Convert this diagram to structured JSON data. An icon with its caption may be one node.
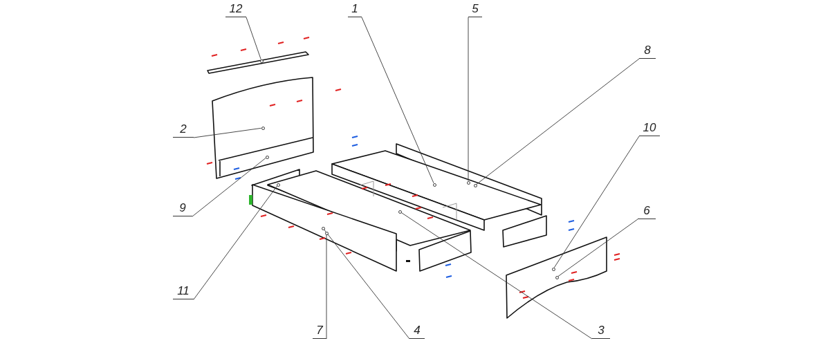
{
  "diagram": {
    "nodes": [
      {
        "text": [
          "12"
        ]
      },
      {
        "text": [
          "1"
        ]
      },
      {
        "text": [
          "5"
        ]
      },
      {
        "text": [
          "8"
        ]
      },
      {
        "text": [
          "2"
        ]
      },
      {
        "text": [
          "10"
        ]
      },
      {
        "text": [
          "9"
        ]
      },
      {
        "text": [
          "6"
        ]
      },
      {
        "text": [
          "11"
        ]
      },
      {
        "text": [
          "7"
        ]
      },
      {
        "text": [
          "4"
        ]
      },
      {
        "text": [
          "3"
        ]
      },
      {
        "text": [],
        "shape": "circle"
      },
      {
        "text": [],
        "shape": "circle"
      },
      {
        "text": [],
        "shape": "circle"
      },
      {
        "text": [],
        "shape": "circle"
      },
      {
        "text": [],
        "shape": "circle"
      },
      {
        "text": [],
        "shape": "circle"
      },
      {
        "text": [],
        "shape": "circle"
      },
      {
        "text": [],
        "shape": "circle"
      },
      {
        "text": [],
        "shape": "circle"
      },
      {
        "text": [],
        "shape": "circle"
      },
      {
        "text": [],
        "shape": "circle"
      },
      {
        "text": [],
        "shape": "circle"
      }
    ],
    "edges": [
      {
        "from": 0,
        "to": 12,
        "arrow": "none"
      },
      {
        "from": 1,
        "to": 13,
        "arrow": "none"
      },
      {
        "from": 2,
        "to": 14,
        "arrow": "none"
      },
      {
        "from": 3,
        "to": 15,
        "arrow": "none"
      },
      {
        "from": 4,
        "to": 16,
        "arrow": "none"
      },
      {
        "from": 5,
        "to": 17,
        "arrow": "none"
      },
      {
        "from": 6,
        "to": 18,
        "arrow": "none"
      },
      {
        "from": 7,
        "to": 19,
        "arrow": "none"
      },
      {
        "from": 8,
        "to": 20,
        "arrow": "none"
      },
      {
        "from": 9,
        "to": 21,
        "arrow": "none"
      },
      {
        "from": 10,
        "to": 22,
        "arrow": "none"
      },
      {
        "from": 11,
        "to": 23,
        "arrow": "none"
      }
    ]
  }
}
